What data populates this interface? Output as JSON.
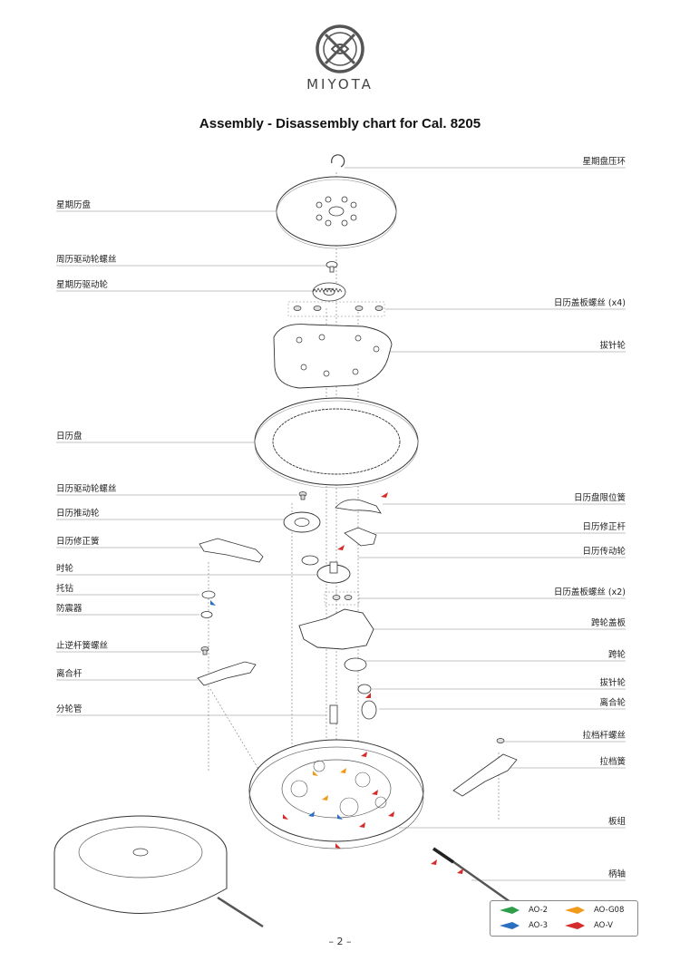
{
  "brand": "MIYOTA",
  "title": "Assembly - Disassembly chart for Cal. 8205",
  "labels_left": [
    "星期历盘",
    "周历驱动轮螺丝",
    "星期历驱动轮",
    "日历盘",
    "日历驱动轮螺丝",
    "日历推动轮",
    "日历修正簧",
    "时轮",
    "托钻",
    "防震器",
    "止逆杆簧螺丝",
    "离合杆",
    "分轮管"
  ],
  "labels_right": [
    "星期盘压环",
    "日历盖板螺丝 (x4)",
    "拔针轮",
    "日历盘限位簧",
    "日历修正杆",
    "日历传动轮",
    "日历盖板螺丝 (x2)",
    "跨轮盖板",
    "跨轮",
    "拔针轮",
    "离合轮",
    "拉档杆螺丝",
    "拉档簧",
    "板组",
    "柄轴"
  ],
  "legend": [
    {
      "label": "AO-2",
      "color": "#2e9e4a"
    },
    {
      "label": "AO-G08",
      "color": "#f29a1c"
    },
    {
      "label": "AO-3",
      "color": "#2a6fc2"
    },
    {
      "label": "AO-V",
      "color": "#d62b2b"
    }
  ],
  "page_number": "– 2 –"
}
